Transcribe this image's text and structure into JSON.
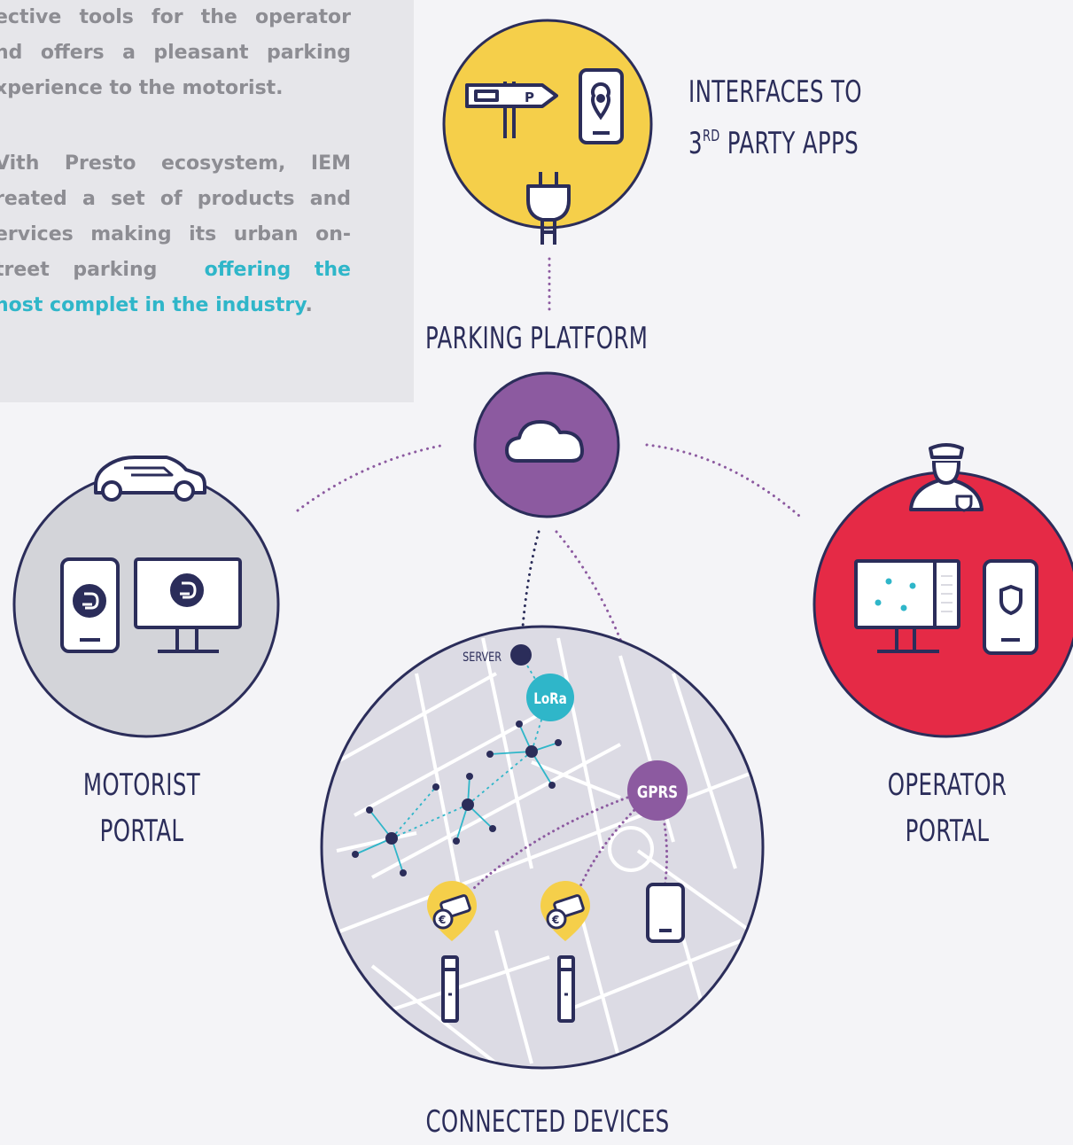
{
  "text_block": {
    "lines_p1": [
      "ective tools for the operator",
      "nd offers a pleasant parking",
      "xperience to the motorist."
    ],
    "lines_p2": [
      "Vith Presto ecosystem, IEM",
      "reated a set of products and",
      "ervices making its urban on-",
      "treet parking"
    ],
    "p2_highlight_inline": "offering the",
    "p2_highlight_end": "nost complet in the industry",
    "p2_end_punct": "."
  },
  "labels": {
    "interfaces_line1": "INTERFACES TO",
    "interfaces_line2_prefix": "3",
    "interfaces_line2_sup": "RD",
    "interfaces_line2_suffix": " PARTY APPS",
    "parking_platform": "PARKING PLATFORM",
    "motorist_line1": "MOTORIST",
    "motorist_line2": "PORTAL",
    "operator_line1": "OPERATOR",
    "operator_line2": "PORTAL",
    "connected_devices": "CONNECTED DEVICES",
    "server": "SERVER",
    "lora": "LoRa",
    "gprs": "GPRS"
  },
  "icons": {
    "parking_sign": "parking-sign-icon",
    "phone_pin": "phone-location-icon",
    "plug": "plug-icon",
    "cloud": "cloud-icon",
    "car": "car-icon",
    "officer": "officer-icon",
    "pay_station": "pay-station-icon",
    "euro_card": "euro-card-icon"
  },
  "colors": {
    "navy": "#2b2d5a",
    "yellow": "#f5cf4a",
    "purple": "#8c5aa0",
    "red": "#e52a46",
    "gray": "#d3d4d9",
    "teal": "#2fb6c9",
    "map": "#dcdbe4"
  }
}
